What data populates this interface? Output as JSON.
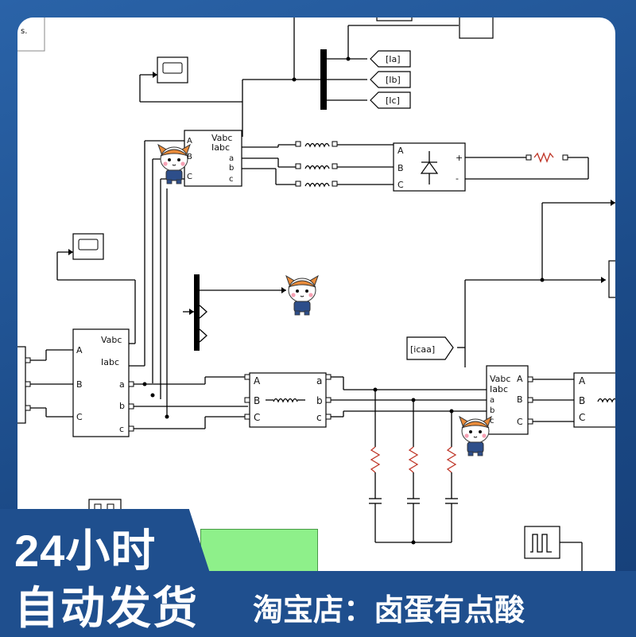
{
  "diagram": {
    "measurement_blocks": [
      {
        "id": "m1",
        "vabc": "Vabc",
        "iabc": "Iabc",
        "ports_in": [
          "A",
          "B",
          "C"
        ],
        "ports_out": [
          "a",
          "b",
          "c"
        ]
      },
      {
        "id": "m2",
        "vabc": "Vabc",
        "iabc": "Iabc",
        "ports_in": [
          "A",
          "B",
          "C"
        ],
        "ports_out": [
          "a",
          "b",
          "c"
        ]
      },
      {
        "id": "m3",
        "vabc": "Vabc",
        "iabc": "Iabc",
        "ports_in": [
          "A",
          "B",
          "C"
        ],
        "ports_out": [
          "a",
          "b",
          "c"
        ]
      }
    ],
    "goto_tags": [
      "[Ia]",
      "[Ib]",
      "[Ic]",
      "[icaa]"
    ],
    "rectifier": {
      "ports_in": [
        "A",
        "B",
        "C"
      ],
      "plus": "+",
      "minus": "-"
    },
    "transformer_1": {
      "ports_in": [
        "A",
        "B",
        "C"
      ],
      "ports_out": [
        "a",
        "b",
        "c"
      ]
    },
    "transformer_2": {
      "ports_in": [
        "A",
        "B",
        "C"
      ]
    },
    "corner_note": "s."
  },
  "promo": {
    "line1": "24小时",
    "line2": "自动发货",
    "shop": "淘宝店：卤蛋有点酸"
  },
  "colors": {
    "frame_blue": "#1f4f8e",
    "green_block": "#8ef08a",
    "resistor_red": "#c0392b"
  },
  "icons": {
    "mascot": "cat-mascot-icon",
    "scope": "scope-icon",
    "pulse": "pulse-generator-icon",
    "diode": "diode-bridge-icon",
    "inductor": "inductor-coil-icon"
  }
}
